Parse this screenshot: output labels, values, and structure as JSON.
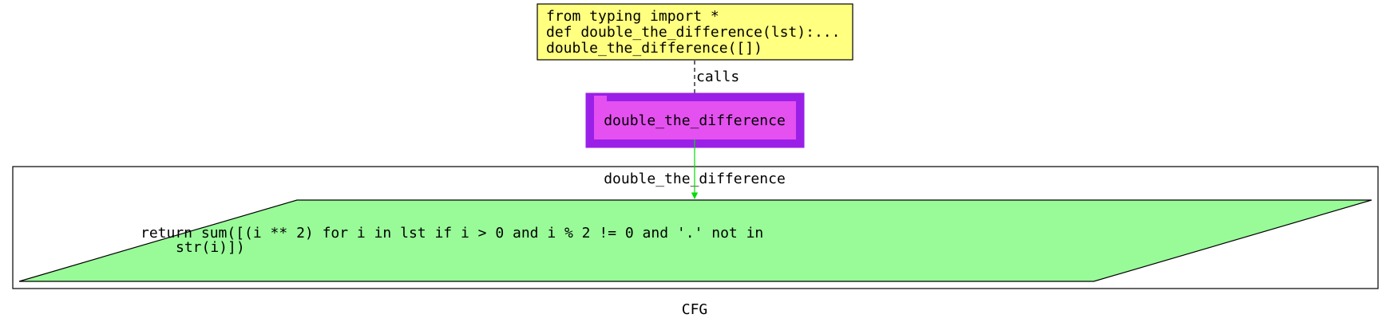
{
  "title": "CFG",
  "entry_node": {
    "lines": [
      "from typing import *",
      "def double_the_difference(lst):...",
      "double_the_difference([])"
    ],
    "fill": "#ffff80"
  },
  "call_edge": {
    "label": "calls",
    "color": "#000000"
  },
  "function_node": {
    "label": "double_the_difference",
    "fill": "#e550f0",
    "border": "#9a20e8"
  },
  "flow_edge": {
    "color": "#00dd00"
  },
  "cluster": {
    "label": "double_the_difference"
  },
  "return_node": {
    "lines": [
      "return sum([(i ** 2) for i in lst if i > 0 and i % 2 != 0 and '.' not in",
      "str(i)])"
    ],
    "fill": "#98fb98"
  }
}
